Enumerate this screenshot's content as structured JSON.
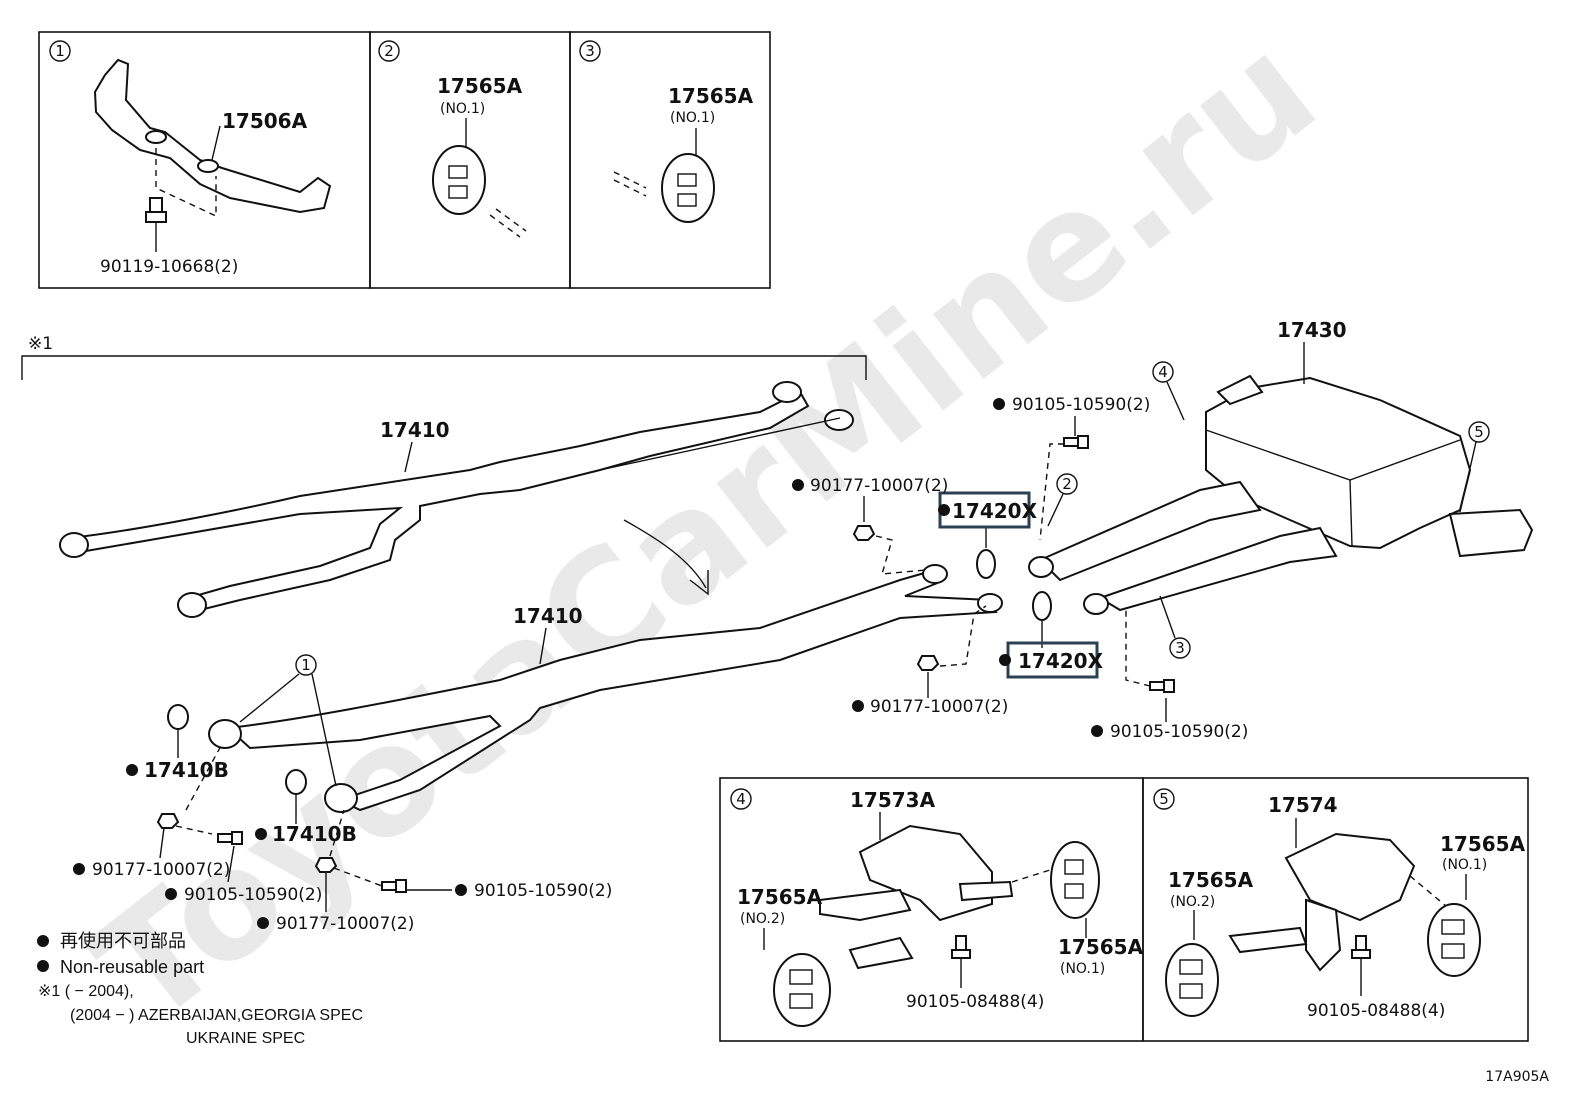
{
  "watermark": "ToyotaCarMine.ru",
  "callouts": {
    "c1": "1",
    "c2": "2",
    "c3": "3",
    "c4": "4",
    "c5": "5"
  },
  "inset1": {
    "part_bracket": "17506A",
    "part_bolt": "90119-10668(2)"
  },
  "inset2": {
    "part": "17565A",
    "sub": "(NO.1)"
  },
  "inset3": {
    "part": "17565A",
    "sub": "(NO.1)"
  },
  "inset4": {
    "part_bracket": "17573A",
    "part_left": "17565A",
    "sub_left": "(NO.2)",
    "part_right": "17565A",
    "sub_right": "(NO.1)",
    "part_bolt": "90105-08488(4)"
  },
  "inset5": {
    "part_bracket": "17574",
    "part_left": "17565A",
    "sub_left": "(NO.2)",
    "part_right": "17565A",
    "sub_right": "(NO.1)",
    "part_bolt": "90105-08488(4)"
  },
  "main": {
    "note_mark": "※1",
    "pipe_top": "17410",
    "pipe_bottom": "17410",
    "muffler": "17430",
    "gasket_upper": "17420X",
    "gasket_lower": "17420X",
    "nut_upper": "90177-10007(2)",
    "nut_lower": "90177-10007(2)",
    "bolt_upper": "90105-10590(2)",
    "bolt_right": "90105-10590(2)",
    "gasket_front_a": "17410B",
    "gasket_front_b": "17410B",
    "nut_front_a": "90177-10007(2)",
    "bolt_front_a": "90105-10590(2)",
    "bolt_front_b": "90105-10590(2)",
    "nut_front_b": "90177-10007(2)"
  },
  "legend": {
    "line1": "再使用不可部品",
    "line2": "Non-reusable part",
    "line3": "※1 (        − 2004),",
    "line4": "(2004 −        ) AZERBAIJAN,GEORGIA SPEC",
    "line5": "UKRAINE SPEC"
  },
  "figure_code": "17A905A",
  "colors": {
    "highlight_box": "#2b4050"
  }
}
